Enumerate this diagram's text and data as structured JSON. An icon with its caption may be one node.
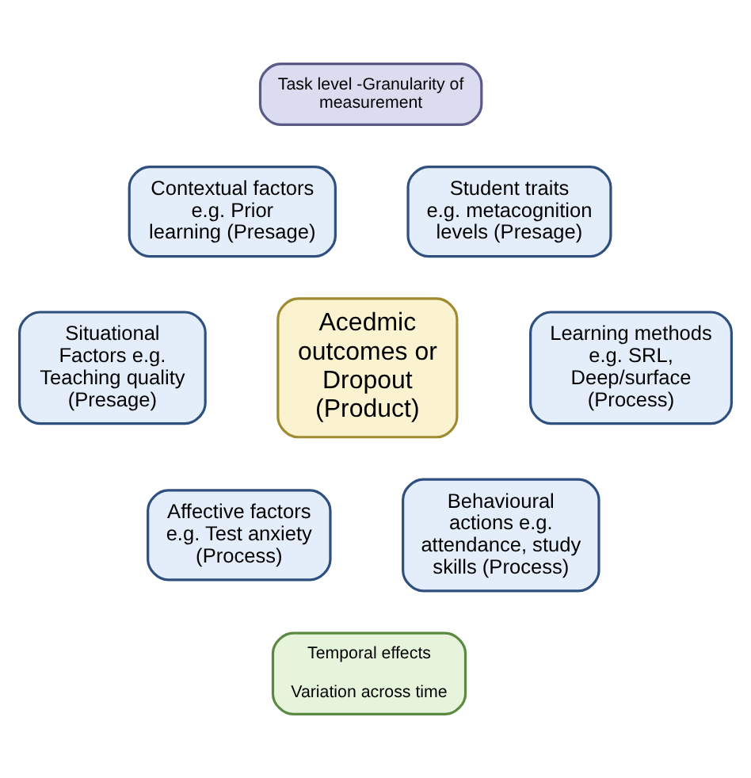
{
  "diagram": {
    "nodes": [
      {
        "text": [
          "Task level -Granularity of measurement"
        ]
      },
      {
        "text": [
          "Contextual factors e.g. Prior learning (Presage)"
        ]
      },
      {
        "text": [
          "Student traits e.g. metacognition levels (Presage)"
        ]
      },
      {
        "text": [
          "Situational Factors e.g. Teaching quality (Presage)"
        ]
      },
      {
        "text": [
          "Acedmic outcomes or Dropout (Product)"
        ]
      },
      {
        "text": [
          "Learning methods e.g. SRL, Deep/surface (Process)"
        ]
      },
      {
        "text": [
          "Affective factors e.g. Test anxiety (Process)"
        ]
      },
      {
        "text": [
          "Behavioural actions e.g. attendance, study skills (Process)"
        ]
      },
      {
        "text": [
          "Temporal effects",
          "Variation across time"
        ]
      }
    ]
  }
}
